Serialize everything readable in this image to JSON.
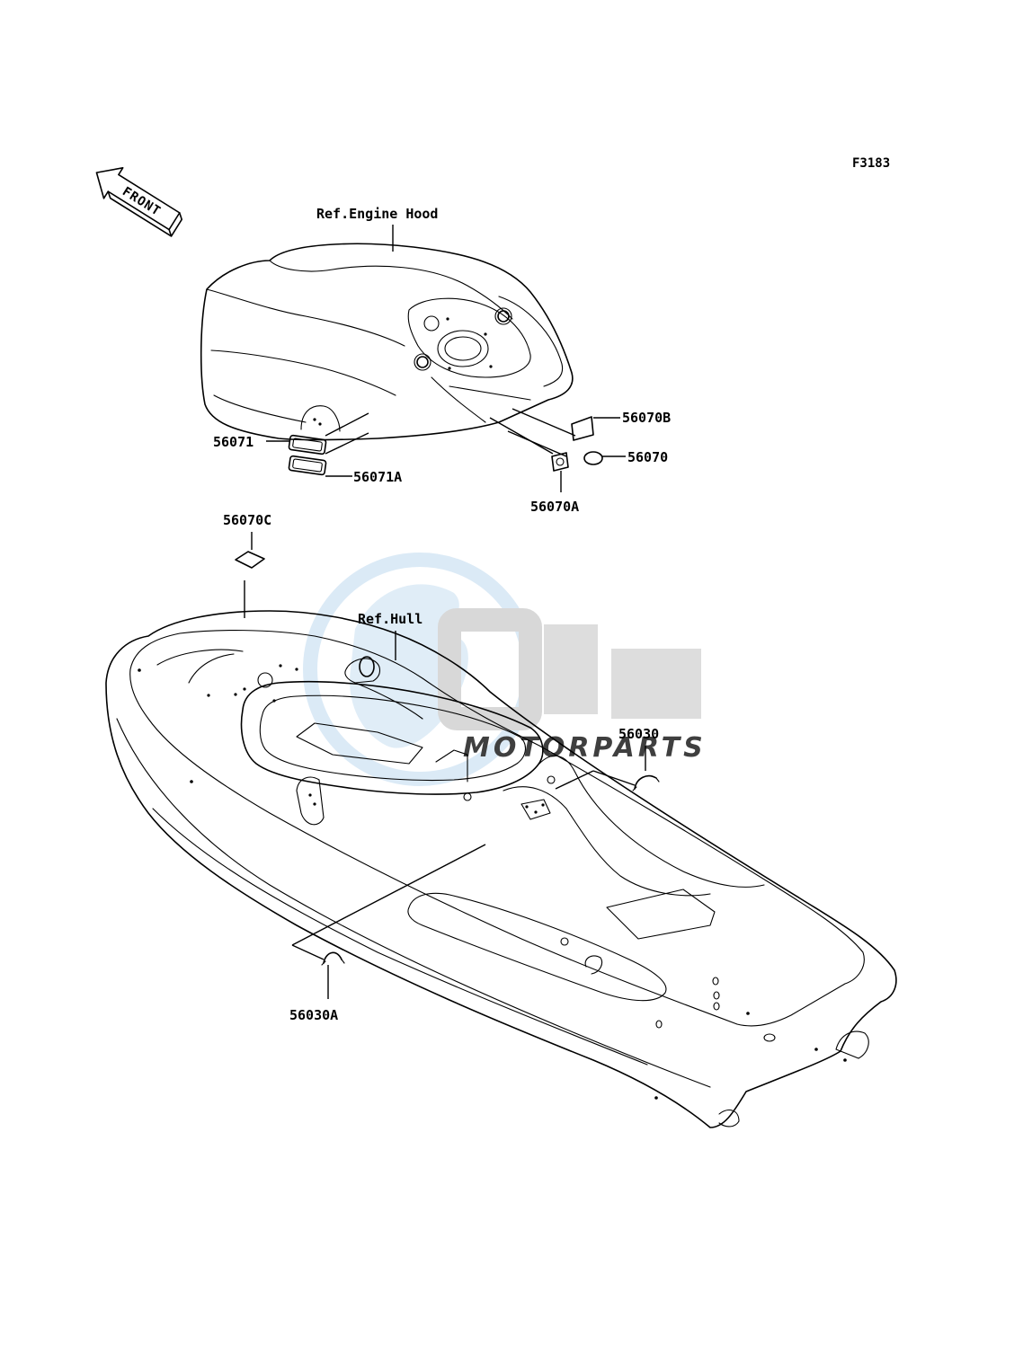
{
  "figure": {
    "code": "F3183"
  },
  "front_arrow": {
    "label": "FRONT"
  },
  "references": {
    "engine_hood": "Ref.Engine Hood",
    "hull": "Ref.Hull"
  },
  "parts": {
    "p56070B": "56070B",
    "p56070": "56070",
    "p56070A": "56070A",
    "p56071": "56071",
    "p56071A": "56071A",
    "p56070C": "56070C",
    "p56030": "56030",
    "p56030A": "56030A"
  },
  "watermark": {
    "brand": "OEM",
    "sub": "MOTORPARTS",
    "color_globe": "#b9d7ee",
    "color_text": "#c8c8c8"
  }
}
